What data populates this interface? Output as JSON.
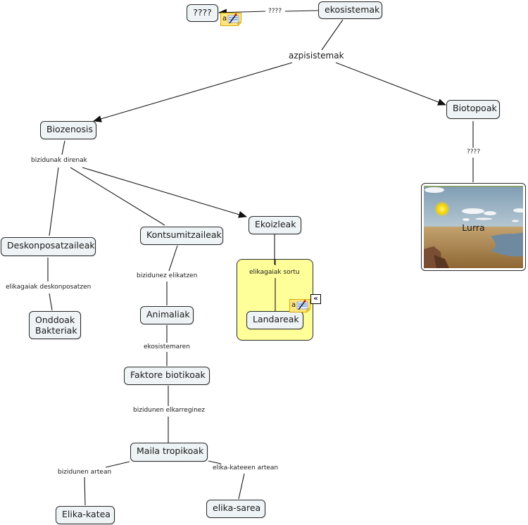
{
  "concept_map": {
    "nodes": {
      "unknown": "????",
      "ekosistemak": "ekosistemak",
      "biozenosis": "Biozenosis",
      "biotopoak": "Biotopoak",
      "deskonposatzaileak": "Deskonposatzaileak",
      "kontsumitzaileak": "Kontsumitzaileak",
      "ekoizleak": "Ekoizleak",
      "landareak": "Landareak",
      "onddoak_line1": "Onddoak",
      "onddoak_line2": "Bakteriak",
      "animaliak": "Animaliak",
      "faktore_biotikoak": "Faktore biotikoak",
      "maila_tropikoak": "Maila tropikoak",
      "elika_katea": "Elika-katea",
      "elika_sarea": "elika-sarea",
      "lurra_image_caption": "Lurra"
    },
    "linking_phrases": {
      "ekosistemak_unknown": "????",
      "azpisistemak": "azpisistemak",
      "biotopoak_lurra": "????",
      "bizidunak_direnak": "bizidunak direnak",
      "elikagaiak_deskonposatzen": "elikagaiak deskonposatzen",
      "bizidunez_elikatzen": "bizidunez elikatzen",
      "elikagaiak_sortu": "elikagaiak sortu",
      "ekosistemaren": "ekosistemaren",
      "bizidunen_elkarreginez": "bizidunen elkarreginez",
      "bizidunen_artean": "bizidunen artean",
      "elika_kateeen_artean": "elika-kateeen artean"
    },
    "icons": {
      "note": "annotation-note-icon",
      "collapse": "collapse-double-chevron-icon",
      "collapse_glyph": "«"
    },
    "colors": {
      "node_fill": "#eef3f5",
      "group_fill": "#ffff99",
      "line": "#1a1a1a"
    }
  }
}
